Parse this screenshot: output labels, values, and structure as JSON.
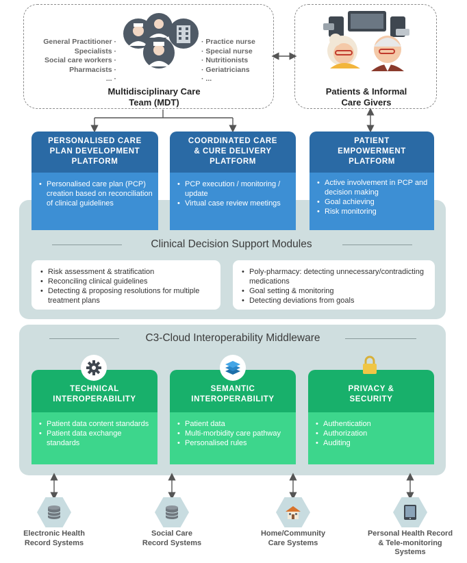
{
  "mdt": {
    "left_roles": [
      "General Practitioner ·",
      "Specialists ·",
      "Social care workers ·",
      "Pharmacists ·",
      "... ·"
    ],
    "right_roles": [
      "· Practice nurse",
      "· Special nurse",
      "· Nutritionists",
      "· Geriatricians",
      "· ..."
    ],
    "title_line1": "Multidisciplinary Care",
    "title_line2": "Team (MDT)"
  },
  "patients": {
    "title_line1": "Patients & Informal",
    "title_line2": "Care Givers"
  },
  "platforms": [
    {
      "title": [
        "PERSONALISED CARE",
        "PLAN DEVELOPMENT",
        "PLATFORM"
      ],
      "items": [
        "Personalised care plan (PCP) creation based on reconciliation of clinical guidelines"
      ]
    },
    {
      "title": [
        "COORDINATED CARE",
        "& CURE DELIVERY",
        "PLATFORM"
      ],
      "items": [
        "PCP execution / monitoring / update",
        "Virtual case review meetings"
      ]
    },
    {
      "title": [
        "PATIENT",
        "EMPOWERMENT",
        "PLATFORM"
      ],
      "items": [
        "Active involvement in PCP and decision making",
        "Goal achieving",
        "Risk monitoring"
      ]
    }
  ],
  "cds": {
    "title": "Clinical Decision Support Modules",
    "left_items": [
      "Risk assessment & stratification",
      "Reconciling clinical guidelines",
      "Detecting & proposing resolutions for multiple treatment plans"
    ],
    "right_items": [
      "Poly-pharmacy: detecting unnecessary/contradicting medications",
      "Goal setting & monitoring",
      "Detecting deviations from goals"
    ]
  },
  "middleware": {
    "title": "C3-Cloud Interoperability Middleware",
    "blocks": [
      {
        "icon": "gear-icon",
        "title": [
          "TECHNICAL",
          "INTEROPERABILITY"
        ],
        "items": [
          "Patient data content standards",
          "Patient data exchange standards"
        ]
      },
      {
        "icon": "layers-icon",
        "title": [
          "SEMANTIC",
          "INTEROPERABILITY"
        ],
        "items": [
          "Patient data",
          "Multi-morbidity care pathway",
          "Personalised rules"
        ]
      },
      {
        "icon": "lock-icon",
        "title": [
          "PRIVACY &",
          "SECURITY"
        ],
        "items": [
          "Authentication",
          "Authorization",
          "Auditing"
        ]
      }
    ]
  },
  "systems": [
    {
      "icon": "database-icon",
      "label": [
        "Electronic Health",
        "Record Systems"
      ]
    },
    {
      "icon": "database-icon",
      "label": [
        "Social Care",
        "Record Systems"
      ]
    },
    {
      "icon": "house-icon",
      "label": [
        "Home/Community",
        "Care Systems"
      ]
    },
    {
      "icon": "tablet-icon",
      "label": [
        "Personal Health Record",
        "& Tele-monitoring",
        "Systems"
      ]
    }
  ],
  "colors": {
    "platform_header": "#2a6aa5",
    "platform_body": "#3d8fd4",
    "interop_header": "#18b06b",
    "interop_body": "#3dd68c",
    "panel": "#cfdedf"
  }
}
